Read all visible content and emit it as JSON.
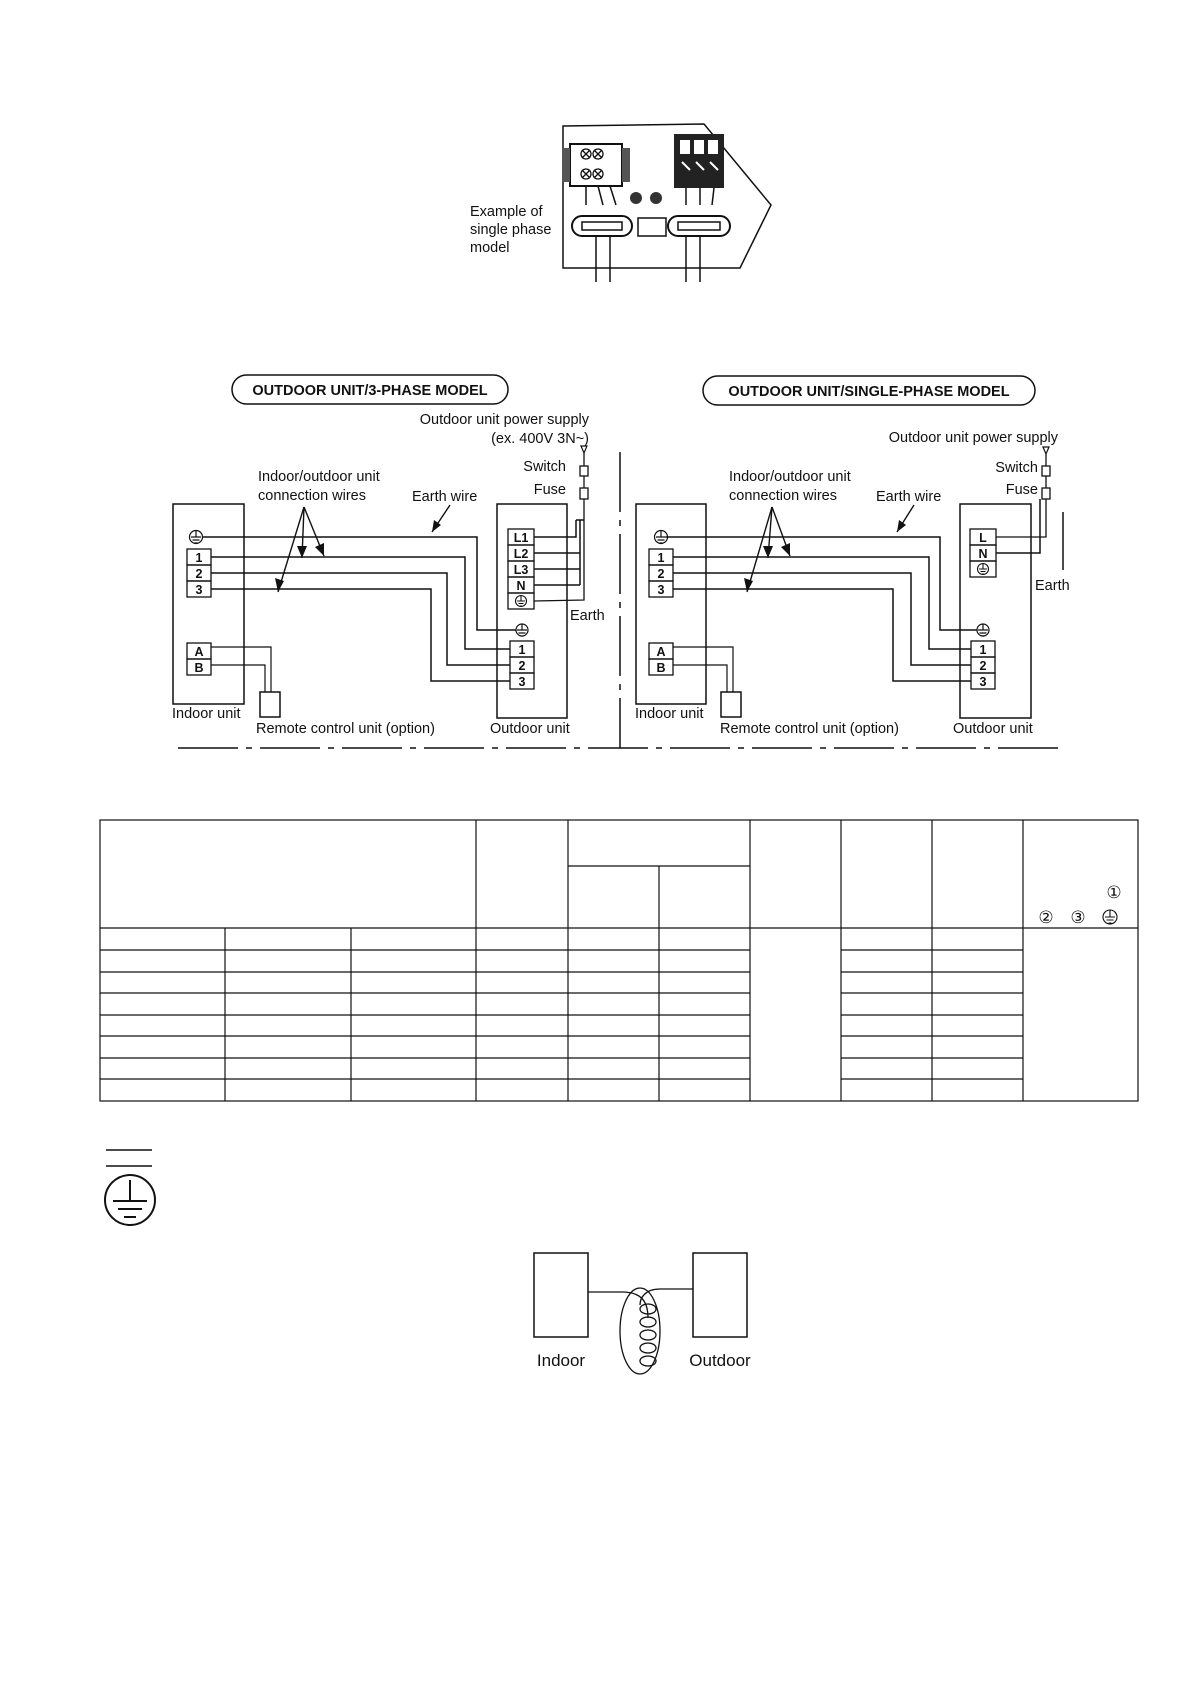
{
  "example_photo": {
    "caption_lines": [
      "Example of",
      "single phase",
      "model"
    ]
  },
  "three_phase": {
    "title": "OUTDOOR UNIT/3-PHASE MODEL",
    "power_supply": "Outdoor unit power supply",
    "power_supply_spec": "(ex. 400V 3N~)",
    "switch": "Switch",
    "fuse": "Fuse",
    "connection_wires_line1": "Indoor/outdoor unit",
    "connection_wires_line2": "connection wires",
    "earth_wire": "Earth wire",
    "earth": "Earth",
    "indoor_unit": "Indoor unit",
    "remote": "Remote control unit (option)",
    "outdoor_unit": "Outdoor unit",
    "indoor_terminals": [
      "1",
      "2",
      "3"
    ],
    "remote_terminals": [
      "A",
      "B"
    ],
    "power_terminals": [
      "L1",
      "L2",
      "L3",
      "N"
    ],
    "outdoor_terminals": [
      "1",
      "2",
      "3"
    ]
  },
  "single_phase": {
    "title": "OUTDOOR UNIT/SINGLE-PHASE MODEL",
    "power_supply": "Outdoor unit power supply",
    "switch": "Switch",
    "fuse": "Fuse",
    "connection_wires_line1": "Indoor/outdoor unit",
    "connection_wires_line2": "connection wires",
    "earth_wire": "Earth wire",
    "earth": "Earth",
    "indoor_unit": "Indoor unit",
    "remote": "Remote control unit (option)",
    "outdoor_unit": "Outdoor unit",
    "indoor_terminals": [
      "1",
      "2",
      "3"
    ],
    "remote_terminals": [
      "A",
      "B"
    ],
    "power_terminals": [
      "L",
      "N"
    ],
    "outdoor_terminals": [
      "1",
      "2",
      "3"
    ]
  },
  "table": {
    "header_markers": [
      "①",
      "②",
      "③"
    ]
  },
  "coil_diagram": {
    "indoor": "Indoor",
    "outdoor": "Outdoor"
  }
}
